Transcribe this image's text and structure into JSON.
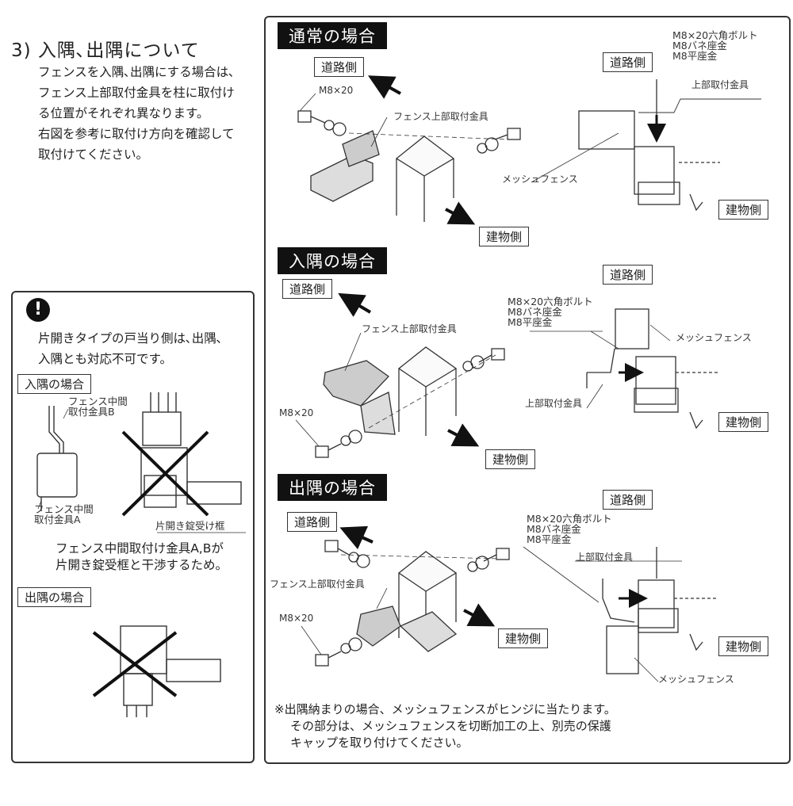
{
  "heading": "3) 入隅､出隅について",
  "intro_lines": [
    "フェンスを入隅､出隅にする場合は､",
    "フェンス上部取付金具を柱に取付け",
    "る位置がそれぞれ異なります。",
    "右図を参考に取付け方向を確認して",
    "取付けてください。"
  ],
  "warning": {
    "icon": "exclamation-icon",
    "lines": [
      "片開きタイプの戸当り側は､出隅､",
      "入隅とも対応不可です。"
    ],
    "irisumi_label": "入隅の場合",
    "part_b": [
      "フェンス中間",
      "取付金具B"
    ],
    "part_a": [
      "フェンス中間",
      "取付金具A"
    ],
    "lock_frame": "片開き錠受け框",
    "reason": [
      "フェンス中間取付け金具A,Bが",
      "片開き錠受框と干渉するため。"
    ],
    "desumi_label": "出隅の場合"
  },
  "sections": {
    "normal": {
      "title": "通常の場合",
      "road": "道路側",
      "building": "建物側",
      "bolt": "M8×20",
      "bracket": "フェンス上部取付金具",
      "hw": [
        "M8×20六角ボルト",
        "M8バネ座金",
        "M8平座金"
      ],
      "top_bracket": "上部取付金具",
      "mesh": "メッシュフェンス",
      "road2": "道路側",
      "building2": "建物側"
    },
    "inner": {
      "title": "入隅の場合",
      "road": "道路側",
      "building": "建物側",
      "bolt": "M8×20",
      "bracket": "フェンス上部取付金具",
      "hw": [
        "M8×20六角ボルト",
        "M8バネ座金",
        "M8平座金"
      ],
      "top_bracket": "上部取付金具",
      "mesh": "メッシュフェンス",
      "road2": "道路側",
      "building2": "建物側"
    },
    "outer": {
      "title": "出隅の場合",
      "road": "道路側",
      "building": "建物側",
      "bolt": "M8×20",
      "bracket": "フェンス上部取付金具",
      "hw": [
        "M8×20六角ボルト",
        "M8バネ座金",
        "M8平座金"
      ],
      "top_bracket": "上部取付金具",
      "mesh": "メッシュフェンス",
      "road2": "道路側",
      "building2": "建物側"
    }
  },
  "footnote": [
    "※出隅納まりの場合、メッシュフェンスがヒンジに当たります。",
    "その部分は、メッシュフェンスを切断加工の上、別売の保護",
    "キャップを取り付けてください。"
  ]
}
